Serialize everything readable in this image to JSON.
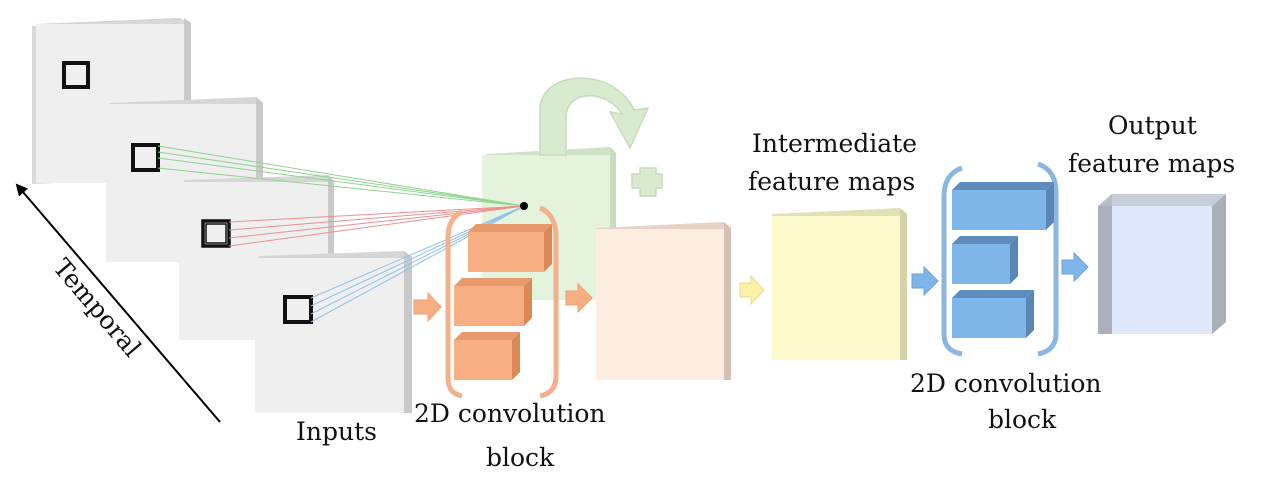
{
  "labels": {
    "temporal": "Temporal",
    "inputs": "Inputs",
    "conv_block_1_line1": "2D convolution",
    "conv_block_1_line2": "block",
    "intermediate_line1": "Intermediate",
    "intermediate_line2": "feature maps",
    "conv_block_2_line1": "2D convolution",
    "conv_block_2_line2": "block",
    "output_line1": "Output",
    "output_line2": "feature maps"
  },
  "colors": {
    "frame_face": "#efefef",
    "frame_side": "#d2d2d2",
    "recurrent_map": "#e3f3dc",
    "recurrent_arrow": "#d9ebcf",
    "orange_block": "#f6ae82",
    "orange_bracket": "#f4b08a",
    "conv_output_map": "#fdece0",
    "intermediate_map": "#fcfacd",
    "blue_block": "#7fb6ea",
    "blue_bracket": "#8cb6df",
    "output_map": "#dfe8fb",
    "link_green": "#8fd58f",
    "link_red": "#ef8f8f",
    "link_blue": "#8fc0ef"
  },
  "icons": {
    "plus": "plus-icon",
    "recurrent_arrow": "curved-arrow-icon"
  }
}
